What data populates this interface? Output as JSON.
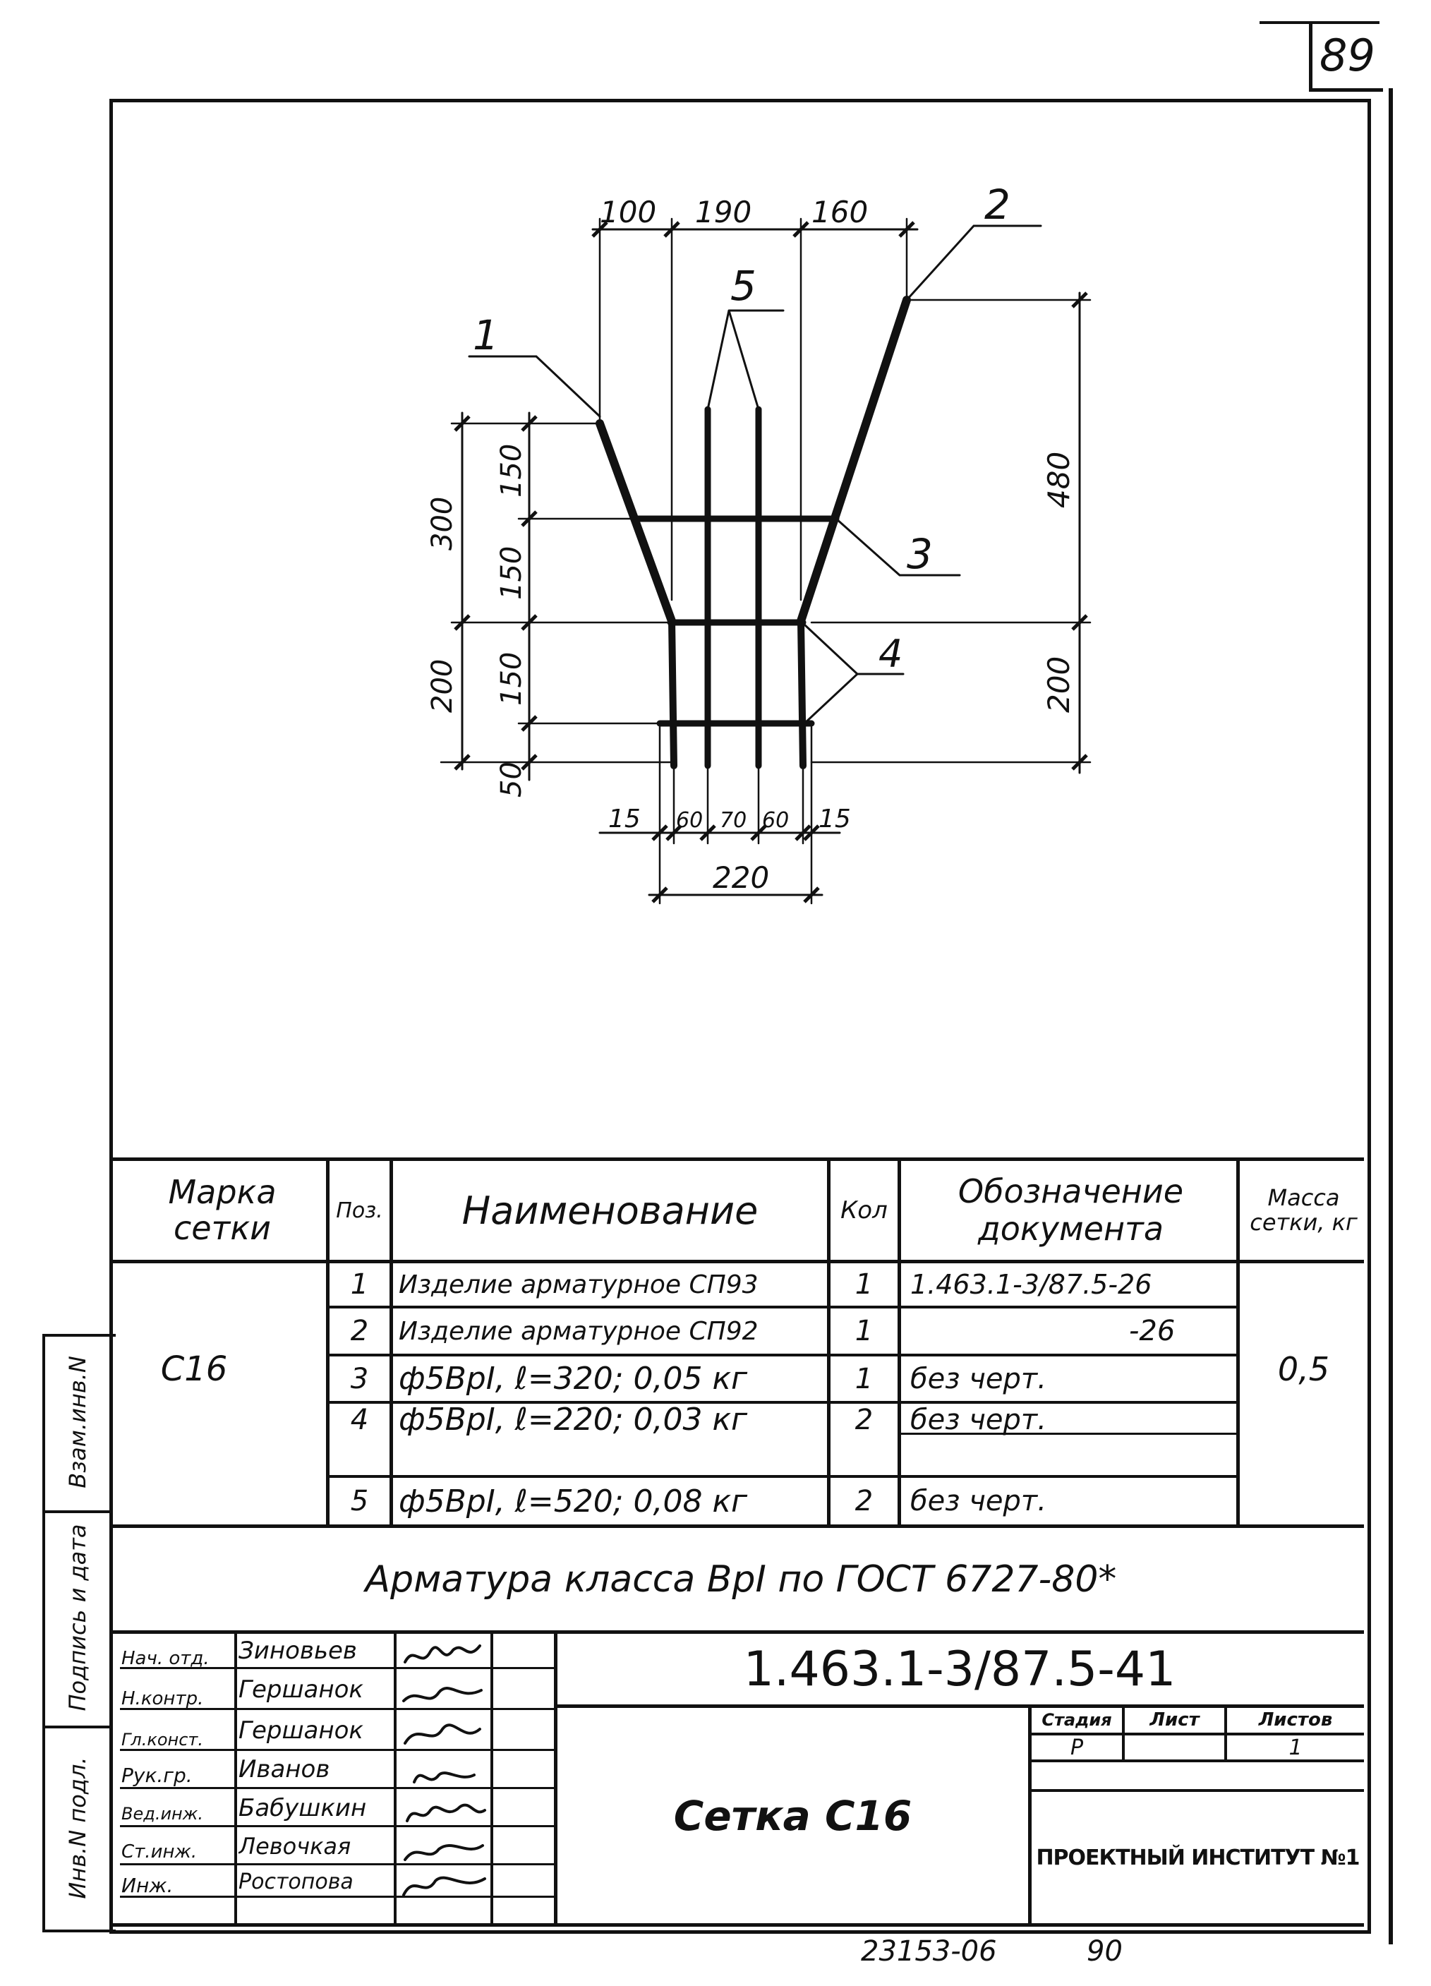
{
  "page_number": "89",
  "drawing": {
    "dims_top": [
      "100",
      "190",
      "160"
    ],
    "dims_left_outer": [
      "300",
      "200"
    ],
    "dims_left_inner": [
      "150",
      "150",
      "150"
    ],
    "dim_left_bottom": "50",
    "dims_right": [
      "480",
      "200"
    ],
    "dims_bottom": [
      "15",
      "60",
      "70",
      "60",
      "15"
    ],
    "dim_total_width": "220",
    "callouts": [
      "1",
      "2",
      "3",
      "4",
      "5"
    ]
  },
  "spec": {
    "headers": {
      "mark": "Марка сетки",
      "pos": "Поз.",
      "name": "Наименование",
      "qty": "Кол",
      "doc": "Обозначение документа",
      "mass": "Масса сетки, кг"
    },
    "mark": "С16",
    "mass": "0,5",
    "rows": [
      {
        "pos": "1",
        "name": "Изделие арматурное СП93",
        "qty": "1",
        "doc": "1.463.1-3/87.5-26"
      },
      {
        "pos": "2",
        "name": "Изделие арматурное СП92",
        "qty": "1",
        "doc": "-26"
      },
      {
        "pos": "3",
        "name": "ф5ВрI, ℓ=320; 0,05 кг",
        "qty": "1",
        "doc": "без черт."
      },
      {
        "pos": "4",
        "name": "ф5ВрI, ℓ=220; 0,03 кг",
        "qty": "2",
        "doc": "без черт."
      },
      {
        "pos": "5",
        "name": "ф5ВрI, ℓ=520; 0,08 кг",
        "qty": "2",
        "doc": "без черт."
      }
    ],
    "note": "Арматура класса ВрI по ГОСТ 6727-80*"
  },
  "title_block": {
    "doc_number": "1.463.1-3/87.5-41",
    "title": "Сетка С16",
    "stage_label": "Стадия",
    "sheet_label": "Лист",
    "sheets_label": "Листов",
    "stage": "Р",
    "sheet": "",
    "sheets": "1",
    "org": "ПРОЕКТНЫЙ ИНСТИТУТ №1",
    "staff": [
      {
        "role": "Нач. отд.",
        "name": "Зиновьев"
      },
      {
        "role": "Н.контр.",
        "name": "Гершанок"
      },
      {
        "role": "Гл.конст.",
        "name": "Гершанок"
      },
      {
        "role": "Рук.гр.",
        "name": "Иванов"
      },
      {
        "role": "Вед.инж.",
        "name": "Бабушкин"
      },
      {
        "role": "Ст.инж.",
        "name": "Левочкая"
      },
      {
        "role": "Инж.",
        "name": "Ростопова"
      }
    ]
  },
  "side_stamp": [
    "Взам.инв.N",
    "Подпись и дата",
    "Инв.N подл."
  ],
  "footer": {
    "code": "23153-06",
    "page": "90"
  }
}
